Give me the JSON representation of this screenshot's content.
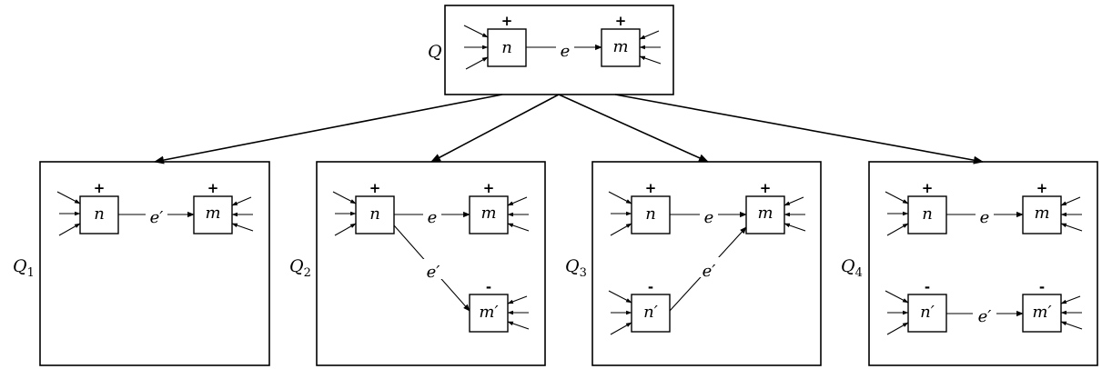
{
  "root": {
    "label": "Q",
    "n": {
      "name": "n",
      "sign": "+"
    },
    "m": {
      "name": "m",
      "sign": "+"
    },
    "edge": "e"
  },
  "q1": {
    "label": "Q",
    "sub": "1",
    "n": {
      "name": "n",
      "sign": "+"
    },
    "m": {
      "name": "m",
      "sign": "+"
    },
    "edge": "e′"
  },
  "q2": {
    "label": "Q",
    "sub": "2",
    "n": {
      "name": "n",
      "sign": "+"
    },
    "m": {
      "name": "m",
      "sign": "+"
    },
    "m2": {
      "name": "m′",
      "sign": "-"
    },
    "edge1": "e",
    "edge2": "e′"
  },
  "q3": {
    "label": "Q",
    "sub": "3",
    "n": {
      "name": "n",
      "sign": "+"
    },
    "m": {
      "name": "m",
      "sign": "+"
    },
    "n2": {
      "name": "n′",
      "sign": "-"
    },
    "edge1": "e",
    "edge2": "e′"
  },
  "q4": {
    "label": "Q",
    "sub": "4",
    "n": {
      "name": "n",
      "sign": "+"
    },
    "m": {
      "name": "m",
      "sign": "+"
    },
    "n2": {
      "name": "n′",
      "sign": "-"
    },
    "m2": {
      "name": "m′",
      "sign": "-"
    },
    "edge1": "e",
    "edge2": "e′"
  }
}
